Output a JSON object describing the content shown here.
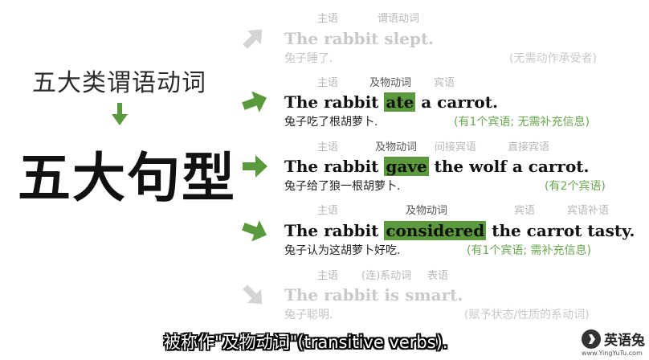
{
  "left": {
    "title": "五大类谓语动词",
    "big_title": "五大句型"
  },
  "rows": [
    {
      "roles": [
        "主语",
        "谓语动词"
      ],
      "sentence": {
        "before": "The rabbit slept.",
        "highlight": "",
        "after": ""
      },
      "translation": "兔子睡了.",
      "note": "(无需动作承受者)"
    },
    {
      "roles": [
        "主语",
        "及物动词",
        "宾语"
      ],
      "sentence": {
        "before": "The rabbit ",
        "highlight": "ate",
        "after": " a carrot."
      },
      "translation": "兔子吃了根胡萝卜.",
      "note": "(有1个宾语; 无需补充信息)"
    },
    {
      "roles": [
        "主语",
        "及物动词",
        "间接宾语",
        "直接宾语"
      ],
      "sentence": {
        "before": "The rabbit ",
        "highlight": "gave",
        "after": " the wolf a carrot."
      },
      "translation": "兔子给了狼一根胡萝卜.",
      "note": "(有2个宾语)"
    },
    {
      "roles": [
        "主语",
        "及物动词",
        "宾语",
        "宾语补语"
      ],
      "sentence": {
        "before": "The rabbit ",
        "highlight": "considered",
        "after": " the carrot tasty."
      },
      "translation": "兔子认为这胡萝卜好吃.",
      "note": "(有1个宾语; 需补充信息)"
    },
    {
      "roles": [
        "主语",
        "(连)系动词",
        "表语"
      ],
      "sentence": {
        "before": "The rabbit is smart.",
        "highlight": "",
        "after": ""
      },
      "translation": "兔子聪明.",
      "note": "(赋予状态/性质的系动词)"
    }
  ],
  "subtitle": "被称作\"及物动词\"(transitive verbs).",
  "logo": {
    "name": "英语兔",
    "url": "www.YingYuTu.com"
  },
  "colors": {
    "accent": "#5b9a3c",
    "faded": "#c9c9c9",
    "note": "#6aa84f"
  },
  "icons": {
    "arrow": "right-arrow-icon",
    "down": "down-arrow-icon"
  }
}
